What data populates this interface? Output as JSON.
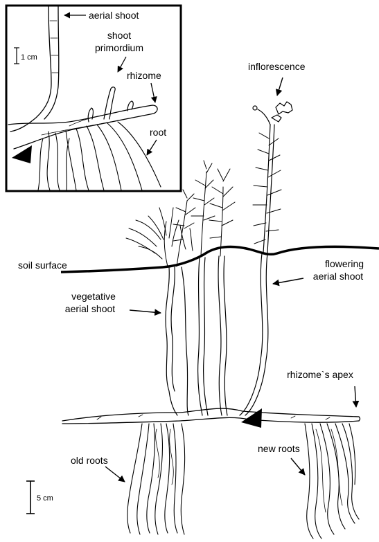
{
  "inset": {
    "labels": {
      "aerial_shoot": "aerial shoot",
      "shoot_primordium_1": "shoot",
      "shoot_primordium_2": "primordium",
      "rhizome": "rhizome",
      "root": "root"
    },
    "scale_text": "1 cm"
  },
  "main": {
    "labels": {
      "inflorescence": "inflorescence",
      "soil_surface": "soil surface",
      "flowering_1": "flowering",
      "flowering_2": "aerial shoot",
      "vegetative_1": "vegetative",
      "vegetative_2": "aerial shoot",
      "rhizome_apex": "rhizome`s apex",
      "old_roots": "old roots",
      "new_roots": "new roots"
    },
    "scale_text": "5 cm"
  }
}
